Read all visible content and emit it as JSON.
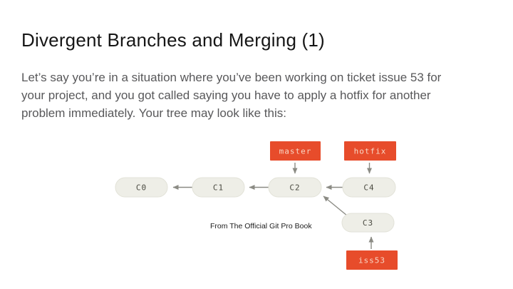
{
  "slide": {
    "title": "Divergent Branches and Merging (1)",
    "body_lines": [
      "Let’s say you’re in a situation where you’ve been working on ticket issue 53 for",
      "your project, and you got called saying you have to apply a hotfix for another",
      "problem immediately. Your tree may look like this:"
    ]
  },
  "diagram": {
    "caption": "From The Official Git Pro Book",
    "branches": [
      {
        "label": "master"
      },
      {
        "label": "hotfix"
      },
      {
        "label": "iss53"
      }
    ],
    "commits": [
      {
        "label": "C0"
      },
      {
        "label": "C1"
      },
      {
        "label": "C2"
      },
      {
        "label": "C4"
      },
      {
        "label": "C3"
      }
    ],
    "colors": {
      "branch_box": "#e74c2b",
      "branch_label_text": "#f8d7c6",
      "commit_fill": "#eeeee7",
      "commit_border": "#e2e2d8",
      "commit_label_text": "#4a4a41",
      "arrow": "#8b8b84",
      "title_text": "#161616",
      "body_text": "#58585a",
      "background": "#ffffff"
    }
  }
}
